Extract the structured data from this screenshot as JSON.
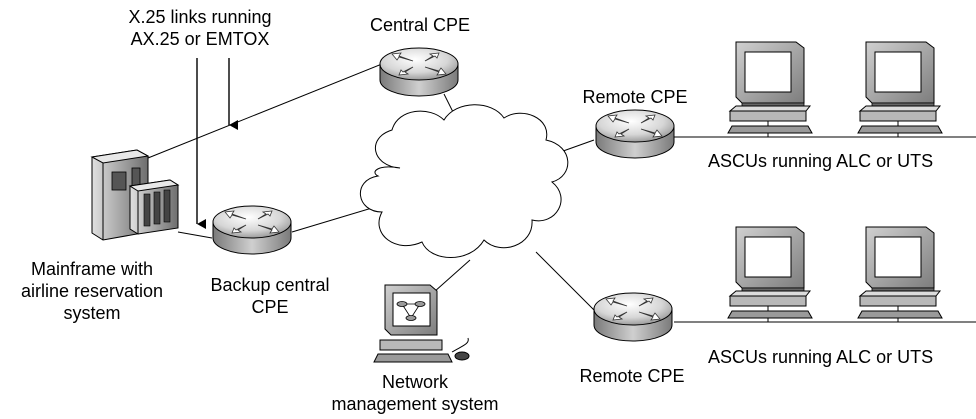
{
  "labels": {
    "x25_links_line1": "X.25 links running",
    "x25_links_line2": "AX.25 or EMTOX",
    "central_cpe": "Central CPE",
    "remote_cpe_top": "Remote CPE",
    "ascus_top": "ASCUs running ALC or UTS",
    "mainframe_line1": "Mainframe with",
    "mainframe_line2": "airline reservation",
    "mainframe_line3": "system",
    "backup_cpe_line1": "Backup central",
    "backup_cpe_line2": "CPE",
    "remote_cpe_bottom": "Remote CPE",
    "ascus_bottom": "ASCUs running ALC or UTS",
    "nms_line1": "Network",
    "nms_line2": "management system"
  },
  "colors": {
    "line": "#000000",
    "router_light": "#f2f2f2",
    "router_dark": "#8c8c8c",
    "monitor_body": "#a8a8a8",
    "screen": "#ffffff",
    "cloud": "#ffffff"
  },
  "icons": {
    "router": "router-icon",
    "cloud": "network-cloud-icon",
    "pc": "computer-terminal-icon",
    "mainframe": "mainframe-icon",
    "arrow": "down-arrow-icon"
  }
}
